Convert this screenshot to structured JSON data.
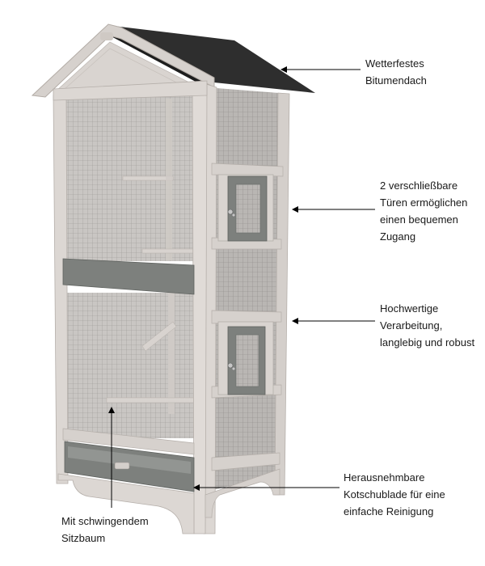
{
  "callouts": {
    "roof": "Wetterfestes\nBitumendach",
    "doors": "2 verschließbare\nTüren ermöglichen\neinen bequemen\nZugang",
    "quality": "Hochwertige\nVerarbeitung,\nlanglebig und robust",
    "drawer": "Herausnehmbare\nKotschublade für eine\neinfache Reinigung",
    "perch": "Mit schwingendem\nSitzbaum"
  },
  "colors": {
    "wood": "#d9d4d0",
    "wood_shadow": "#bdb7b2",
    "roof": "#2b2b2b",
    "accent_grey": "#7d807d",
    "mesh": "#9a9794",
    "arrow": "#000000"
  }
}
